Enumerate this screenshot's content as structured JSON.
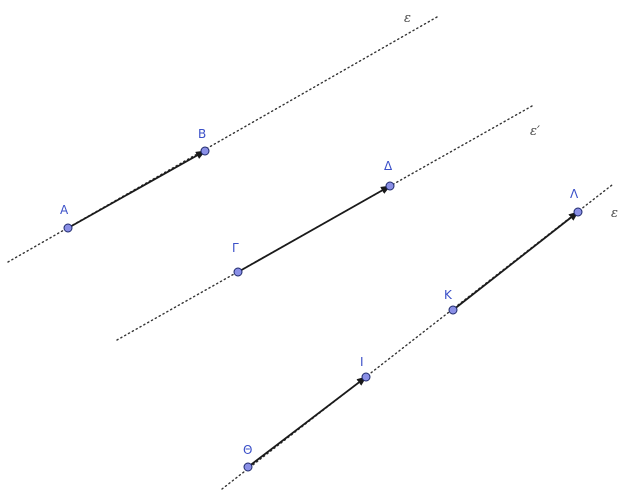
{
  "diagram": {
    "colors": {
      "point_fill": "#8a8fe6",
      "point_label": "#3b50c8",
      "line": "#333333",
      "vector": "#1a1a1a"
    },
    "lines": [
      {
        "label": "ε"
      },
      {
        "label": "ε′"
      },
      {
        "label": "ε"
      }
    ],
    "points": [
      {
        "label": "Α"
      },
      {
        "label": "Β"
      },
      {
        "label": "Γ"
      },
      {
        "label": "Δ"
      },
      {
        "label": "Θ"
      },
      {
        "label": "Ι"
      },
      {
        "label": "Κ"
      },
      {
        "label": "Λ"
      }
    ],
    "vectors": [
      {
        "from": "Α",
        "to": "Β"
      },
      {
        "from": "Γ",
        "to": "Δ"
      },
      {
        "from": "Θ",
        "to": "Ι"
      },
      {
        "from": "Κ",
        "to": "Λ"
      }
    ]
  }
}
